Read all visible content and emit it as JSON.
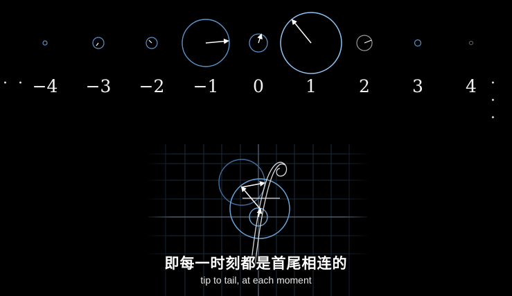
{
  "number_line": {
    "left_ellipsis": "· ·",
    "right_ellipsis": "· · ·",
    "labels": [
      "−4",
      "−3",
      "−2",
      "−1",
      "0",
      "1",
      "2",
      "3",
      "4"
    ]
  },
  "subtitles": {
    "chinese": "即每一时刻都是首尾相连的",
    "english": "tip to tail, at each moment"
  },
  "colors": {
    "circle_stroke": "#5b93c9",
    "circle_stroke_bright": "#8fc3f0",
    "arrow": "#ffffff",
    "grid_line": "#1d2b3d"
  },
  "icons": {
    "function_symbol": "f"
  }
}
